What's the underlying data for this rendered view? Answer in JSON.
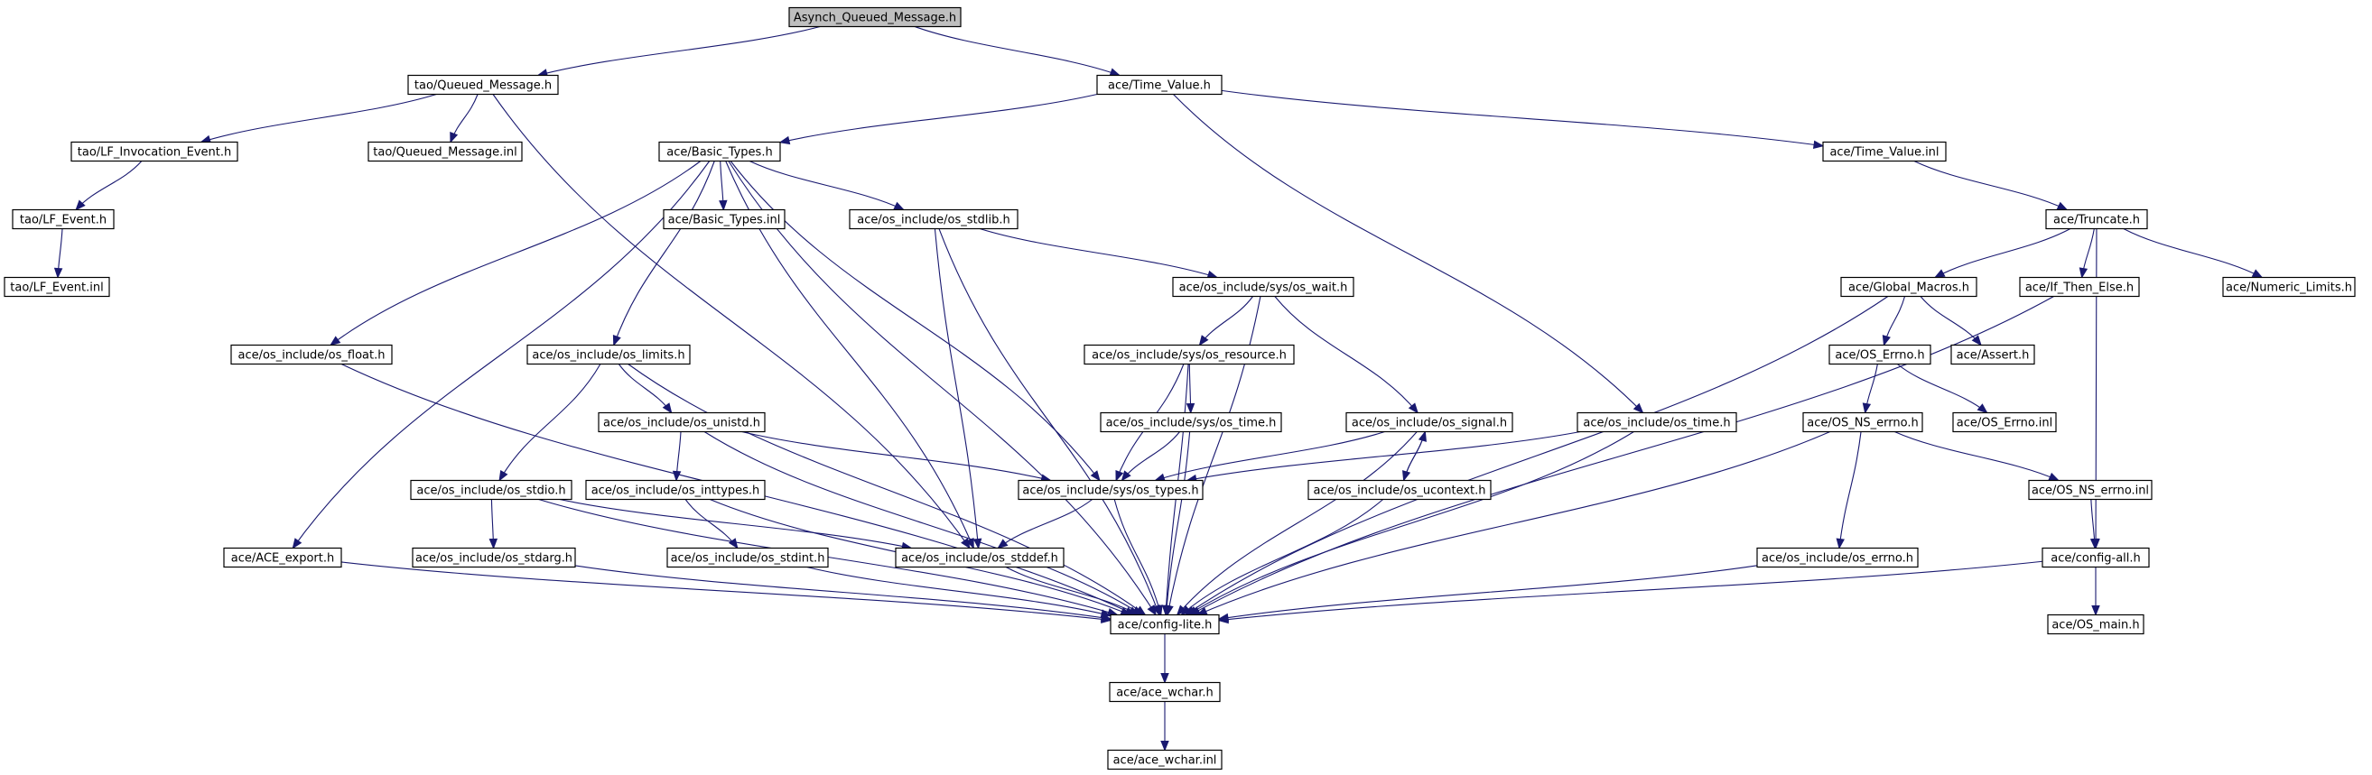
{
  "root": "Asynch_Queued_Message.h",
  "nodes": [
    {
      "id": "Asynch_Queued_Message.h",
      "label": "Asynch_Queued_Message.h",
      "root": true
    },
    {
      "id": "tao/Queued_Message.h",
      "label": "tao/Queued_Message.h"
    },
    {
      "id": "ace/Time_Value.h",
      "label": "ace/Time_Value.h"
    },
    {
      "id": "tao/LF_Invocation_Event.h",
      "label": "tao/LF_Invocation_Event.h"
    },
    {
      "id": "tao/Queued_Message.inl",
      "label": "tao/Queued_Message.inl"
    },
    {
      "id": "ace/Basic_Types.h",
      "label": "ace/Basic_Types.h"
    },
    {
      "id": "ace/Time_Value.inl",
      "label": "ace/Time_Value.inl"
    },
    {
      "id": "tao/LF_Event.h",
      "label": "tao/LF_Event.h"
    },
    {
      "id": "ace/Basic_Types.inl",
      "label": "ace/Basic_Types.inl"
    },
    {
      "id": "ace/os_include/os_stdlib.h",
      "label": "ace/os_include/os_stdlib.h"
    },
    {
      "id": "ace/Truncate.h",
      "label": "ace/Truncate.h"
    },
    {
      "id": "tao/LF_Event.inl",
      "label": "tao/LF_Event.inl"
    },
    {
      "id": "ace/os_include/sys/os_wait.h",
      "label": "ace/os_include/sys/os_wait.h"
    },
    {
      "id": "ace/Global_Macros.h",
      "label": "ace/Global_Macros.h"
    },
    {
      "id": "ace/If_Then_Else.h",
      "label": "ace/If_Then_Else.h"
    },
    {
      "id": "ace/Numeric_Limits.h",
      "label": "ace/Numeric_Limits.h"
    },
    {
      "id": "ace/os_include/os_float.h",
      "label": "ace/os_include/os_float.h"
    },
    {
      "id": "ace/os_include/os_limits.h",
      "label": "ace/os_include/os_limits.h"
    },
    {
      "id": "ace/os_include/sys/os_resource.h",
      "label": "ace/os_include/sys/os_resource.h"
    },
    {
      "id": "ace/OS_Errno.h",
      "label": "ace/OS_Errno.h"
    },
    {
      "id": "ace/Assert.h",
      "label": "ace/Assert.h"
    },
    {
      "id": "ace/os_include/os_unistd.h",
      "label": "ace/os_include/os_unistd.h"
    },
    {
      "id": "ace/os_include/sys/os_time.h",
      "label": "ace/os_include/sys/os_time.h"
    },
    {
      "id": "ace/os_include/os_signal.h",
      "label": "ace/os_include/os_signal.h"
    },
    {
      "id": "ace/os_include/os_time.h",
      "label": "ace/os_include/os_time.h"
    },
    {
      "id": "ace/OS_NS_errno.h",
      "label": "ace/OS_NS_errno.h"
    },
    {
      "id": "ace/OS_Errno.inl",
      "label": "ace/OS_Errno.inl"
    },
    {
      "id": "ace/os_include/os_stdio.h",
      "label": "ace/os_include/os_stdio.h"
    },
    {
      "id": "ace/os_include/os_inttypes.h",
      "label": "ace/os_include/os_inttypes.h"
    },
    {
      "id": "ace/os_include/sys/os_types.h",
      "label": "ace/os_include/sys/os_types.h"
    },
    {
      "id": "ace/os_include/os_ucontext.h",
      "label": "ace/os_include/os_ucontext.h"
    },
    {
      "id": "ace/OS_NS_errno.inl",
      "label": "ace/OS_NS_errno.inl"
    },
    {
      "id": "ace/ACE_export.h",
      "label": "ace/ACE_export.h"
    },
    {
      "id": "ace/os_include/os_stdarg.h",
      "label": "ace/os_include/os_stdarg.h"
    },
    {
      "id": "ace/os_include/os_stdint.h",
      "label": "ace/os_include/os_stdint.h"
    },
    {
      "id": "ace/os_include/os_stddef.h",
      "label": "ace/os_include/os_stddef.h"
    },
    {
      "id": "ace/os_include/os_errno.h",
      "label": "ace/os_include/os_errno.h"
    },
    {
      "id": "ace/config-all.h",
      "label": "ace/config-all.h"
    },
    {
      "id": "ace/config-lite.h",
      "label": "ace/config-lite.h"
    },
    {
      "id": "ace/OS_main.h",
      "label": "ace/OS_main.h"
    },
    {
      "id": "ace/ace_wchar.h",
      "label": "ace/ace_wchar.h"
    },
    {
      "id": "ace/ace_wchar.inl",
      "label": "ace/ace_wchar.inl"
    }
  ],
  "edges": [
    [
      "Asynch_Queued_Message.h",
      "tao/Queued_Message.h"
    ],
    [
      "Asynch_Queued_Message.h",
      "ace/Time_Value.h"
    ],
    [
      "tao/Queued_Message.h",
      "tao/LF_Invocation_Event.h"
    ],
    [
      "tao/Queued_Message.h",
      "tao/Queued_Message.inl"
    ],
    [
      "tao/Queued_Message.h",
      "ace/os_include/os_stddef.h"
    ],
    [
      "tao/LF_Invocation_Event.h",
      "tao/LF_Event.h"
    ],
    [
      "tao/LF_Event.h",
      "tao/LF_Event.inl"
    ],
    [
      "ace/Time_Value.h",
      "ace/Basic_Types.h"
    ],
    [
      "ace/Time_Value.h",
      "ace/Time_Value.inl"
    ],
    [
      "ace/Time_Value.h",
      "ace/os_include/os_time.h"
    ],
    [
      "ace/Basic_Types.h",
      "ace/config-lite.h"
    ],
    [
      "ace/Basic_Types.h",
      "ace/os_include/os_float.h"
    ],
    [
      "ace/Basic_Types.h",
      "ace/ACE_export.h"
    ],
    [
      "ace/Basic_Types.h",
      "ace/os_include/os_limits.h"
    ],
    [
      "ace/Basic_Types.h",
      "ace/Basic_Types.inl"
    ],
    [
      "ace/Basic_Types.h",
      "ace/os_include/os_stdlib.h"
    ],
    [
      "ace/Basic_Types.h",
      "ace/os_include/os_stddef.h"
    ],
    [
      "ace/Basic_Types.h",
      "ace/os_include/sys/os_types.h"
    ],
    [
      "ace/os_include/os_stdlib.h",
      "ace/os_include/sys/os_wait.h"
    ],
    [
      "ace/os_include/os_stdlib.h",
      "ace/os_include/os_stddef.h"
    ],
    [
      "ace/os_include/os_stdlib.h",
      "ace/config-lite.h"
    ],
    [
      "ace/os_include/sys/os_wait.h",
      "ace/os_include/sys/os_resource.h"
    ],
    [
      "ace/os_include/sys/os_wait.h",
      "ace/os_include/os_signal.h"
    ],
    [
      "ace/os_include/sys/os_wait.h",
      "ace/config-lite.h"
    ],
    [
      "ace/os_include/sys/os_resource.h",
      "ace/os_include/sys/os_time.h"
    ],
    [
      "ace/os_include/sys/os_resource.h",
      "ace/os_include/sys/os_types.h"
    ],
    [
      "ace/os_include/sys/os_resource.h",
      "ace/config-lite.h"
    ],
    [
      "ace/os_include/sys/os_time.h",
      "ace/os_include/sys/os_types.h"
    ],
    [
      "ace/os_include/sys/os_time.h",
      "ace/config-lite.h"
    ],
    [
      "ace/os_include/os_signal.h",
      "ace/os_include/sys/os_types.h"
    ],
    [
      "ace/os_include/os_signal.h",
      "ace/os_include/os_ucontext.h"
    ],
    [
      "ace/os_include/os_signal.h",
      "ace/config-lite.h"
    ],
    [
      "ace/os_include/os_ucontext.h",
      "ace/os_include/os_signal.h"
    ],
    [
      "ace/os_include/os_ucontext.h",
      "ace/config-lite.h"
    ],
    [
      "ace/os_include/os_time.h",
      "ace/os_include/sys/os_types.h"
    ],
    [
      "ace/os_include/os_time.h",
      "ace/config-lite.h"
    ],
    [
      "ace/os_include/os_float.h",
      "ace/config-lite.h"
    ],
    [
      "ace/os_include/os_limits.h",
      "ace/os_include/os_unistd.h"
    ],
    [
      "ace/os_include/os_limits.h",
      "ace/os_include/os_stdio.h"
    ],
    [
      "ace/os_include/os_limits.h",
      "ace/config-lite.h"
    ],
    [
      "ace/os_include/os_unistd.h",
      "ace/os_include/os_inttypes.h"
    ],
    [
      "ace/os_include/os_unistd.h",
      "ace/os_include/sys/os_types.h"
    ],
    [
      "ace/os_include/os_unistd.h",
      "ace/config-lite.h"
    ],
    [
      "ace/os_include/os_stdio.h",
      "ace/os_include/os_stdarg.h"
    ],
    [
      "ace/os_include/os_stdio.h",
      "ace/os_include/os_stddef.h"
    ],
    [
      "ace/os_include/os_stdio.h",
      "ace/config-lite.h"
    ],
    [
      "ace/os_include/os_inttypes.h",
      "ace/os_include/os_stdint.h"
    ],
    [
      "ace/os_include/os_inttypes.h",
      "ace/config-lite.h"
    ],
    [
      "ace/os_include/sys/os_types.h",
      "ace/os_include/os_stddef.h"
    ],
    [
      "ace/os_include/sys/os_types.h",
      "ace/config-lite.h"
    ],
    [
      "ace/ACE_export.h",
      "ace/config-lite.h"
    ],
    [
      "ace/os_include/os_stdarg.h",
      "ace/config-lite.h"
    ],
    [
      "ace/os_include/os_stdint.h",
      "ace/config-lite.h"
    ],
    [
      "ace/os_include/os_stddef.h",
      "ace/config-lite.h"
    ],
    [
      "ace/Time_Value.inl",
      "ace/Truncate.h"
    ],
    [
      "ace/Truncate.h",
      "ace/Global_Macros.h"
    ],
    [
      "ace/Truncate.h",
      "ace/If_Then_Else.h"
    ],
    [
      "ace/Truncate.h",
      "ace/Numeric_Limits.h"
    ],
    [
      "ace/Truncate.h",
      "ace/config-all.h"
    ],
    [
      "ace/Global_Macros.h",
      "ace/OS_Errno.h"
    ],
    [
      "ace/Global_Macros.h",
      "ace/Assert.h"
    ],
    [
      "ace/Global_Macros.h",
      "ace/config-lite.h"
    ],
    [
      "ace/If_Then_Else.h",
      "ace/config-lite.h"
    ],
    [
      "ace/OS_Errno.h",
      "ace/OS_NS_errno.h"
    ],
    [
      "ace/OS_Errno.h",
      "ace/OS_Errno.inl"
    ],
    [
      "ace/OS_NS_errno.h",
      "ace/os_include/os_errno.h"
    ],
    [
      "ace/OS_NS_errno.h",
      "ace/OS_NS_errno.inl"
    ],
    [
      "ace/OS_NS_errno.h",
      "ace/config-lite.h"
    ],
    [
      "ace/OS_NS_errno.inl",
      "ace/config-all.h"
    ],
    [
      "ace/os_include/os_errno.h",
      "ace/config-lite.h"
    ],
    [
      "ace/config-all.h",
      "ace/config-lite.h"
    ],
    [
      "ace/config-all.h",
      "ace/OS_main.h"
    ],
    [
      "ace/config-lite.h",
      "ace/ace_wchar.h"
    ],
    [
      "ace/ace_wchar.h",
      "ace/ace_wchar.inl"
    ]
  ]
}
